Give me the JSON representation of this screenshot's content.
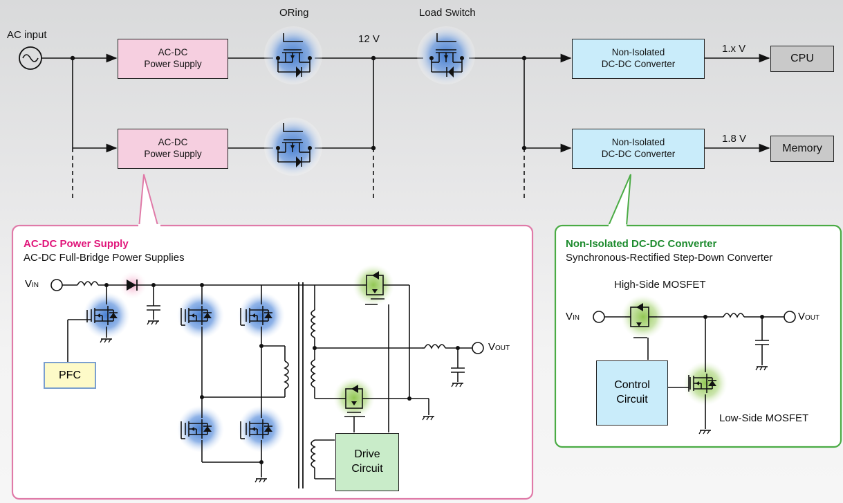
{
  "top": {
    "ac_input": "AC input",
    "oring": "ORing",
    "load_switch": "Load Switch",
    "v12": "12 V",
    "v1x": "1.x V",
    "v18": "1.8 V",
    "acdc_1": "AC-DC",
    "acdc_2": "Power Supply",
    "nonisol_1": "Non-Isolated",
    "nonisol_2": "DC-DC Converter",
    "cpu": "CPU",
    "memory": "Memory"
  },
  "left_panel": {
    "title": "AC-DC Power Supply",
    "subtitle": "AC-DC Full-Bridge Power Supplies",
    "pfc": "PFC",
    "drive_1": "Drive",
    "drive_2": "Circuit",
    "vin": "V",
    "vin_sub": "IN",
    "vout": "V",
    "vout_sub": "OUT"
  },
  "right_panel": {
    "title": "Non-Isolated DC-DC Converter",
    "subtitle": "Synchronous-Rectified Step-Down Converter",
    "high_side": "High-Side MOSFET",
    "low_side": "Low-Side MOSFET",
    "control_1": "Control",
    "control_2": "Circuit",
    "vin": "V",
    "vin_sub": "IN",
    "vout": "V",
    "vout_sub": "OUT"
  },
  "colors": {
    "pink_title": "#e0157a",
    "green_title": "#1d8b2e",
    "blue_glow": "#5b8fd6",
    "green_glow": "#8cc04a",
    "pink_box": "#f6cfe0",
    "blue_box": "#c9ecfa"
  },
  "icons": [
    "ac-source-icon",
    "mosfet-icon",
    "diode-icon",
    "inductor-icon",
    "capacitor-icon",
    "ground-icon",
    "transformer-icon"
  ]
}
